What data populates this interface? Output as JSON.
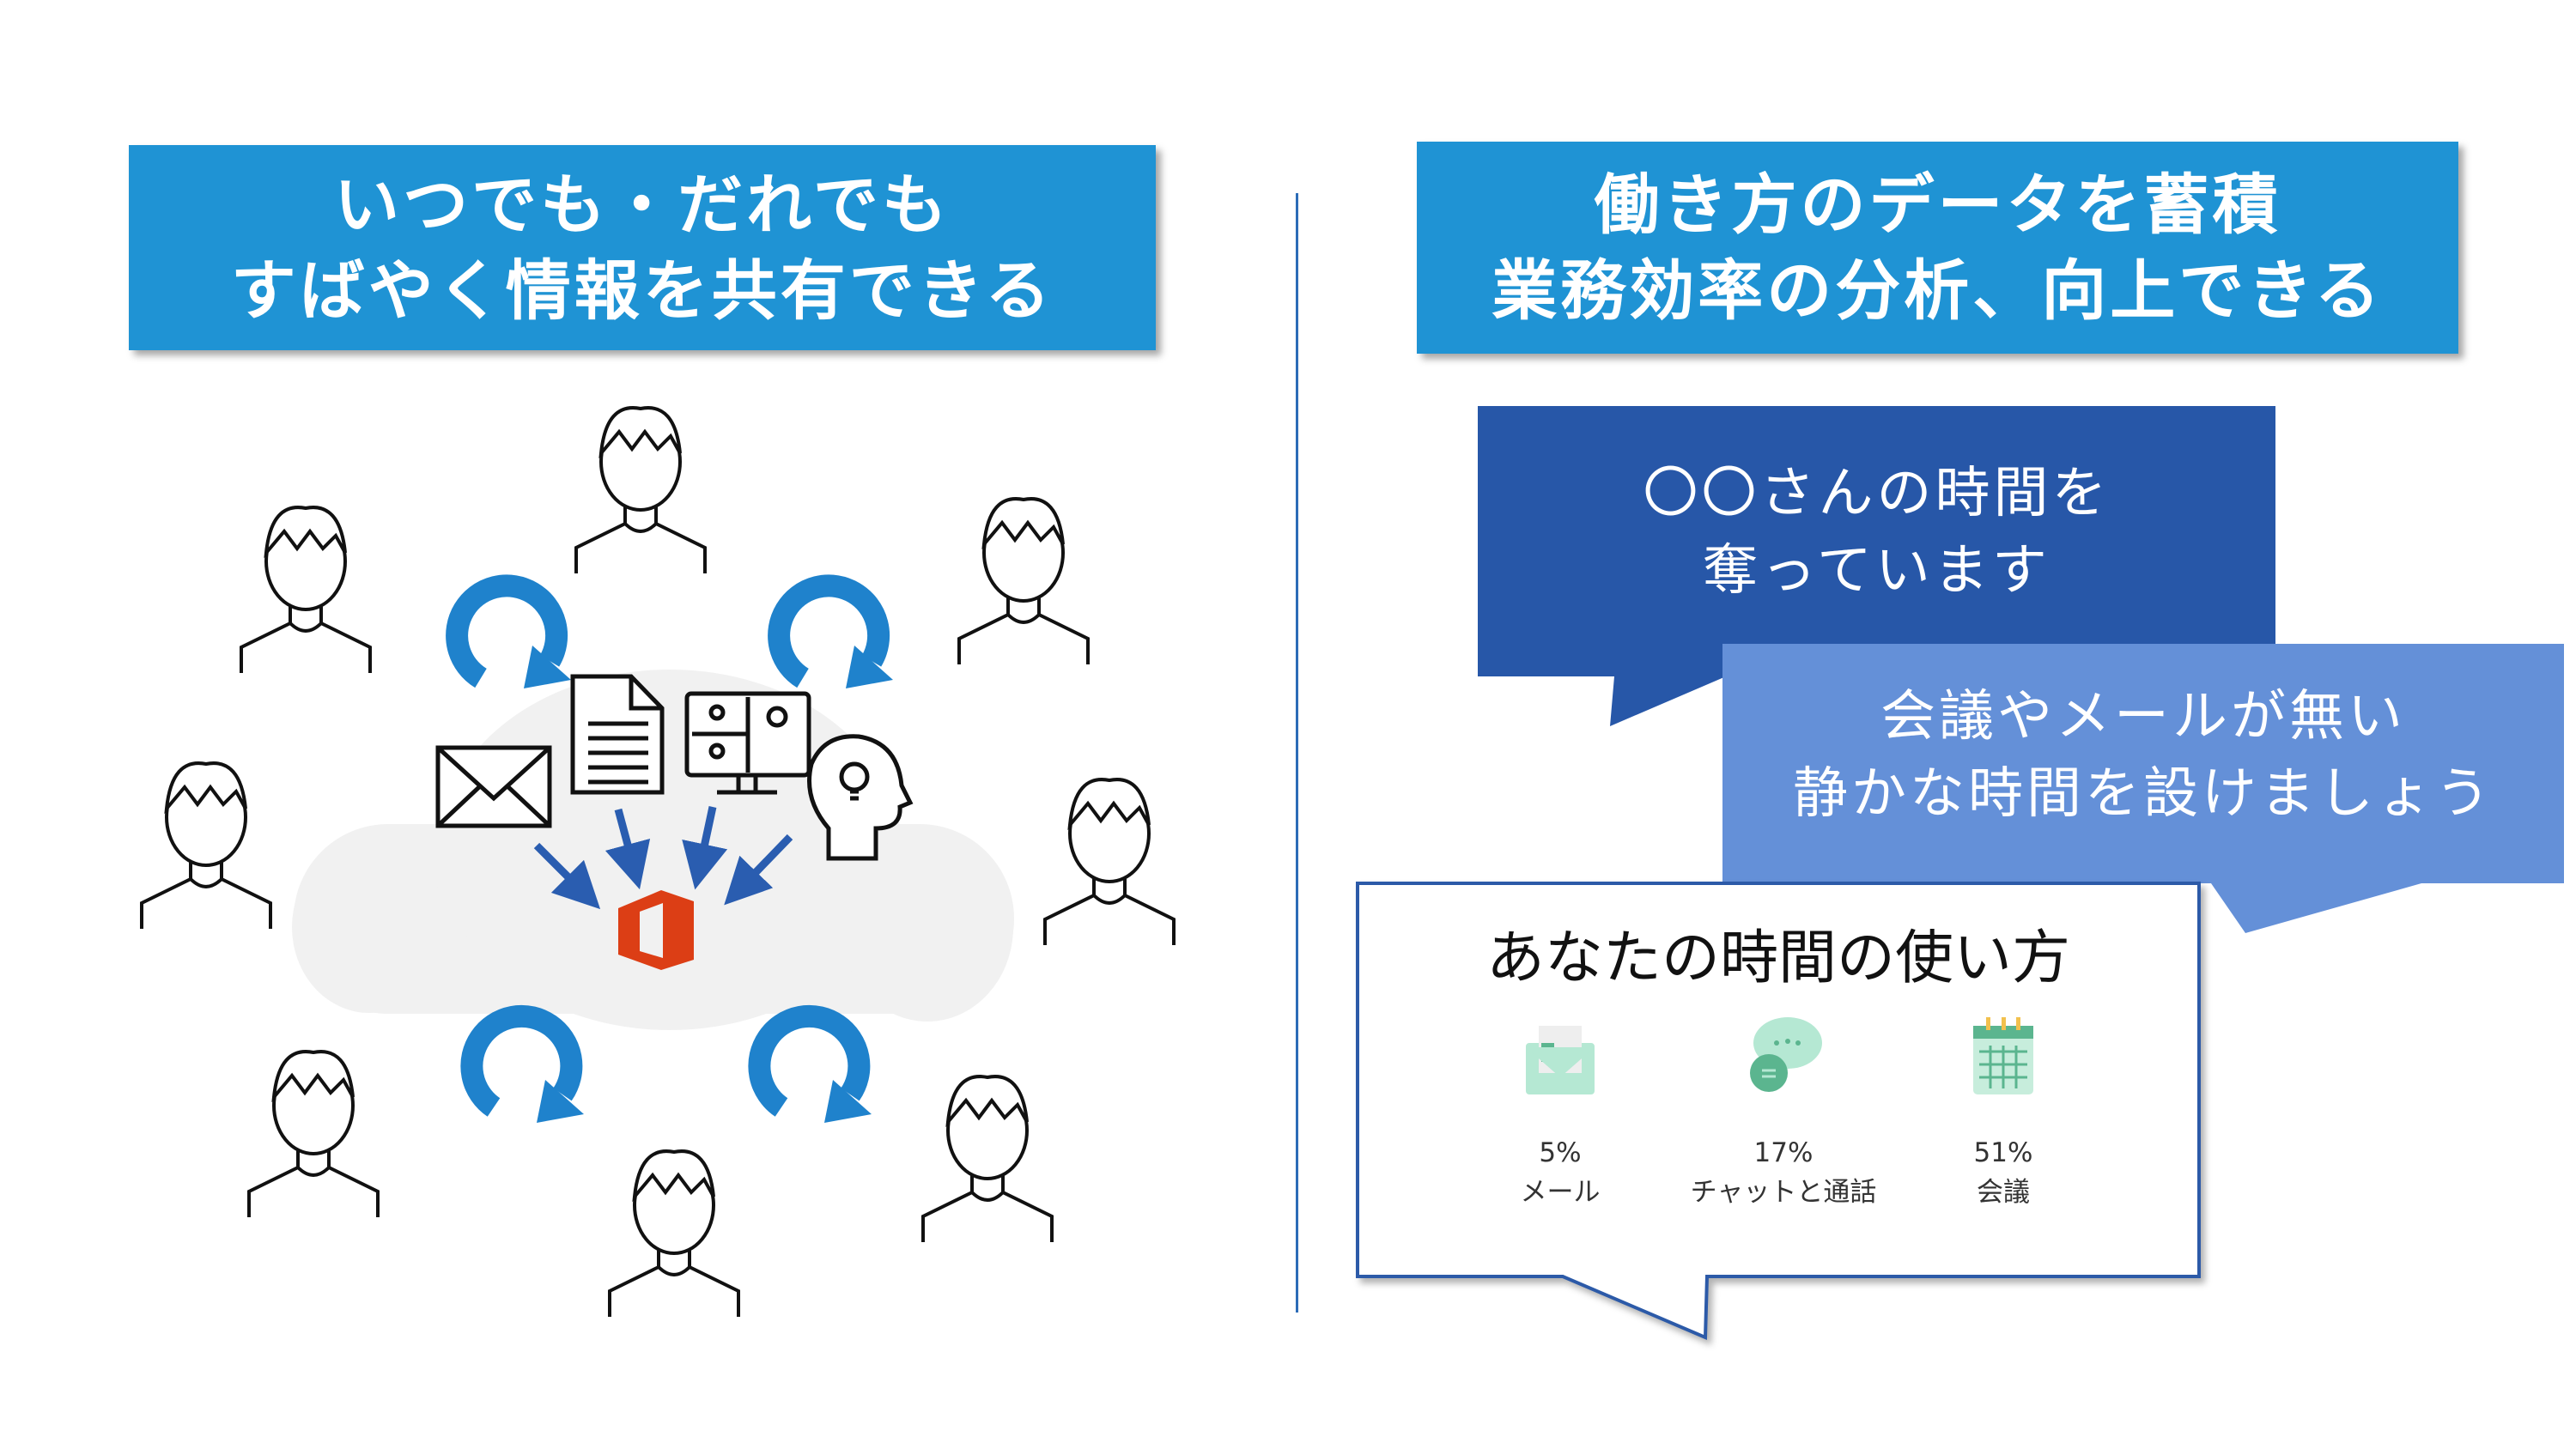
{
  "left_panel": {
    "title_line1": "いつでも・だれでも",
    "title_line2": "すばやく情報を共有できる"
  },
  "right_panel": {
    "title_line1": "働き方のデータを蓄積",
    "title_line2": "業務効率の分析、向上できる",
    "bubble_dark": {
      "line1": "〇〇さんの時間を",
      "line2": "奪っています"
    },
    "bubble_light": {
      "line1": "会議やメールが無い",
      "line2": "静かな時間を設けましょう"
    },
    "card": {
      "title": "あなたの時間の使い方",
      "stats": [
        {
          "icon": "mail-icon",
          "percent": "5%",
          "label": "メール"
        },
        {
          "icon": "chat-icon",
          "percent": "17%",
          "label": "チャットと通話"
        },
        {
          "icon": "calendar-icon",
          "percent": "51%",
          "label": "会議"
        }
      ]
    }
  },
  "colors": {
    "banner": "#1f93d4",
    "bubble_dark": "#2757a8",
    "bubble_light": "#6490d8",
    "card_border": "#2c5aa8",
    "office": "#dc3e15",
    "arrow": "#2a5db0",
    "cycle": "#1f82cc",
    "cloud": "#f1f1f1",
    "icon_green": "#5bb58f"
  }
}
